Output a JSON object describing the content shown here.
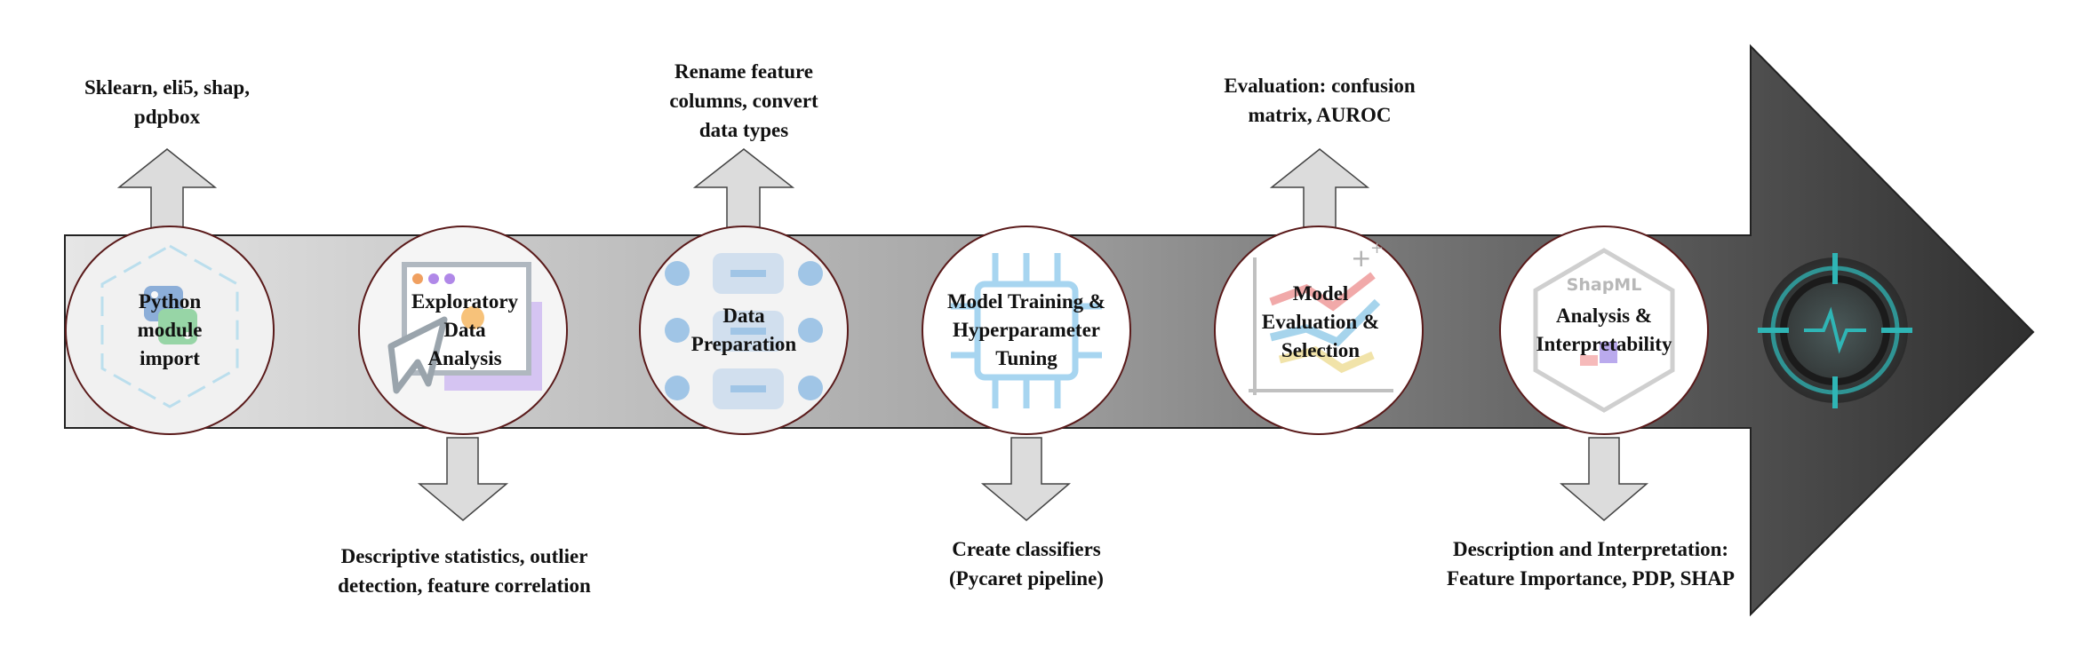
{
  "steps": [
    {
      "id": "python",
      "lines": [
        "Python",
        "module",
        "import"
      ],
      "icon": "python-logo-icon",
      "annotation": [
        "Sklearn, eli5, shap,",
        "pdpbox"
      ],
      "annotation_side": "top"
    },
    {
      "id": "eda",
      "lines": [
        "Exploratory",
        "Data",
        "Analysis"
      ],
      "icon": "analytics-dashboard-icon",
      "annotation": [
        "Descriptive statistics, outlier",
        "detection, feature correlation"
      ],
      "annotation_side": "bottom"
    },
    {
      "id": "prep",
      "lines": [
        "Data",
        "Preparation"
      ],
      "icon": "data-flow-icon",
      "annotation": [
        "Rename feature",
        "columns, convert",
        "data types"
      ],
      "annotation_side": "top"
    },
    {
      "id": "train",
      "lines": [
        "Model Training &",
        "Hyperparameter",
        "Tuning"
      ],
      "icon": "chip-icon",
      "annotation": [
        "Create classifiers",
        "(Pycaret pipeline)"
      ],
      "annotation_side": "bottom"
    },
    {
      "id": "eval",
      "lines": [
        "Model",
        "Evaluation &",
        "Selection"
      ],
      "icon": "trend-chart-icon",
      "annotation": [
        "Evaluation: confusion",
        "matrix, AUROC"
      ],
      "annotation_side": "top"
    },
    {
      "id": "interp",
      "lines": [
        "Analysis &",
        "Interpretability"
      ],
      "icon": "shapml-logo-icon",
      "icon_text": "ShapML",
      "annotation": [
        "Description and Interpretation:",
        "Feature Importance, PDP, SHAP"
      ],
      "annotation_side": "bottom"
    }
  ],
  "end_icon": "target-crosshair-icon",
  "colors": {
    "arrow_start": "#e6e6e6",
    "arrow_end": "#2f2f2f",
    "circle_border": "#5a1a1a",
    "small_arrow": "#dcdcdc",
    "accent_teal": "#2fb5b5"
  }
}
